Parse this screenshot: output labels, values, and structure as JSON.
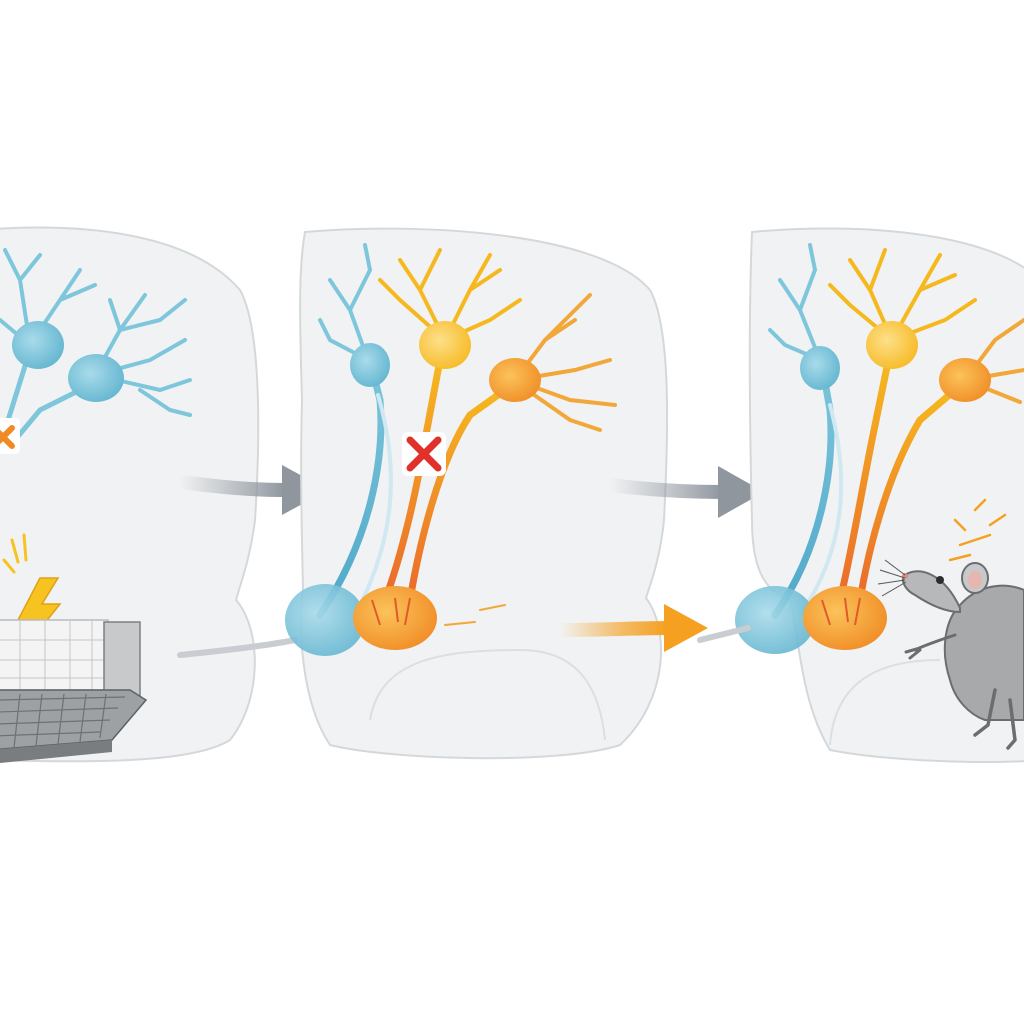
{
  "colors": {
    "background": "#ffffff",
    "brain_fill": "#f1f2f3",
    "brain_outline": "#d5d8db",
    "blue_neuron": "#7ec6db",
    "blue_body": "#5fb3cf",
    "orange_neuron": "#f2a73a",
    "orange_body": "#f08a24",
    "yellow_neuron": "#f6b81f",
    "block_mark": "#e0322b",
    "block_mark_orange": "#f08a24",
    "arrow_gray": "#8f969e",
    "arrow_orange": "#f5a020",
    "lightning": "#f6c321",
    "mouse": "#a7a9ab",
    "keyboard": "#8a8d90"
  },
  "panels": [
    {
      "id": "panel-1",
      "state": "disconnected",
      "block_icon": "cross-icon"
    },
    {
      "id": "panel-2",
      "state": "blocked",
      "block_icon": "cross-icon"
    },
    {
      "id": "panel-3",
      "state": "connected",
      "output_icon": "mouse-icon"
    }
  ],
  "icons": [
    "lightning-icon",
    "keyboard-icon",
    "cross-icon",
    "arrow-right-icon",
    "mouse-icon"
  ]
}
